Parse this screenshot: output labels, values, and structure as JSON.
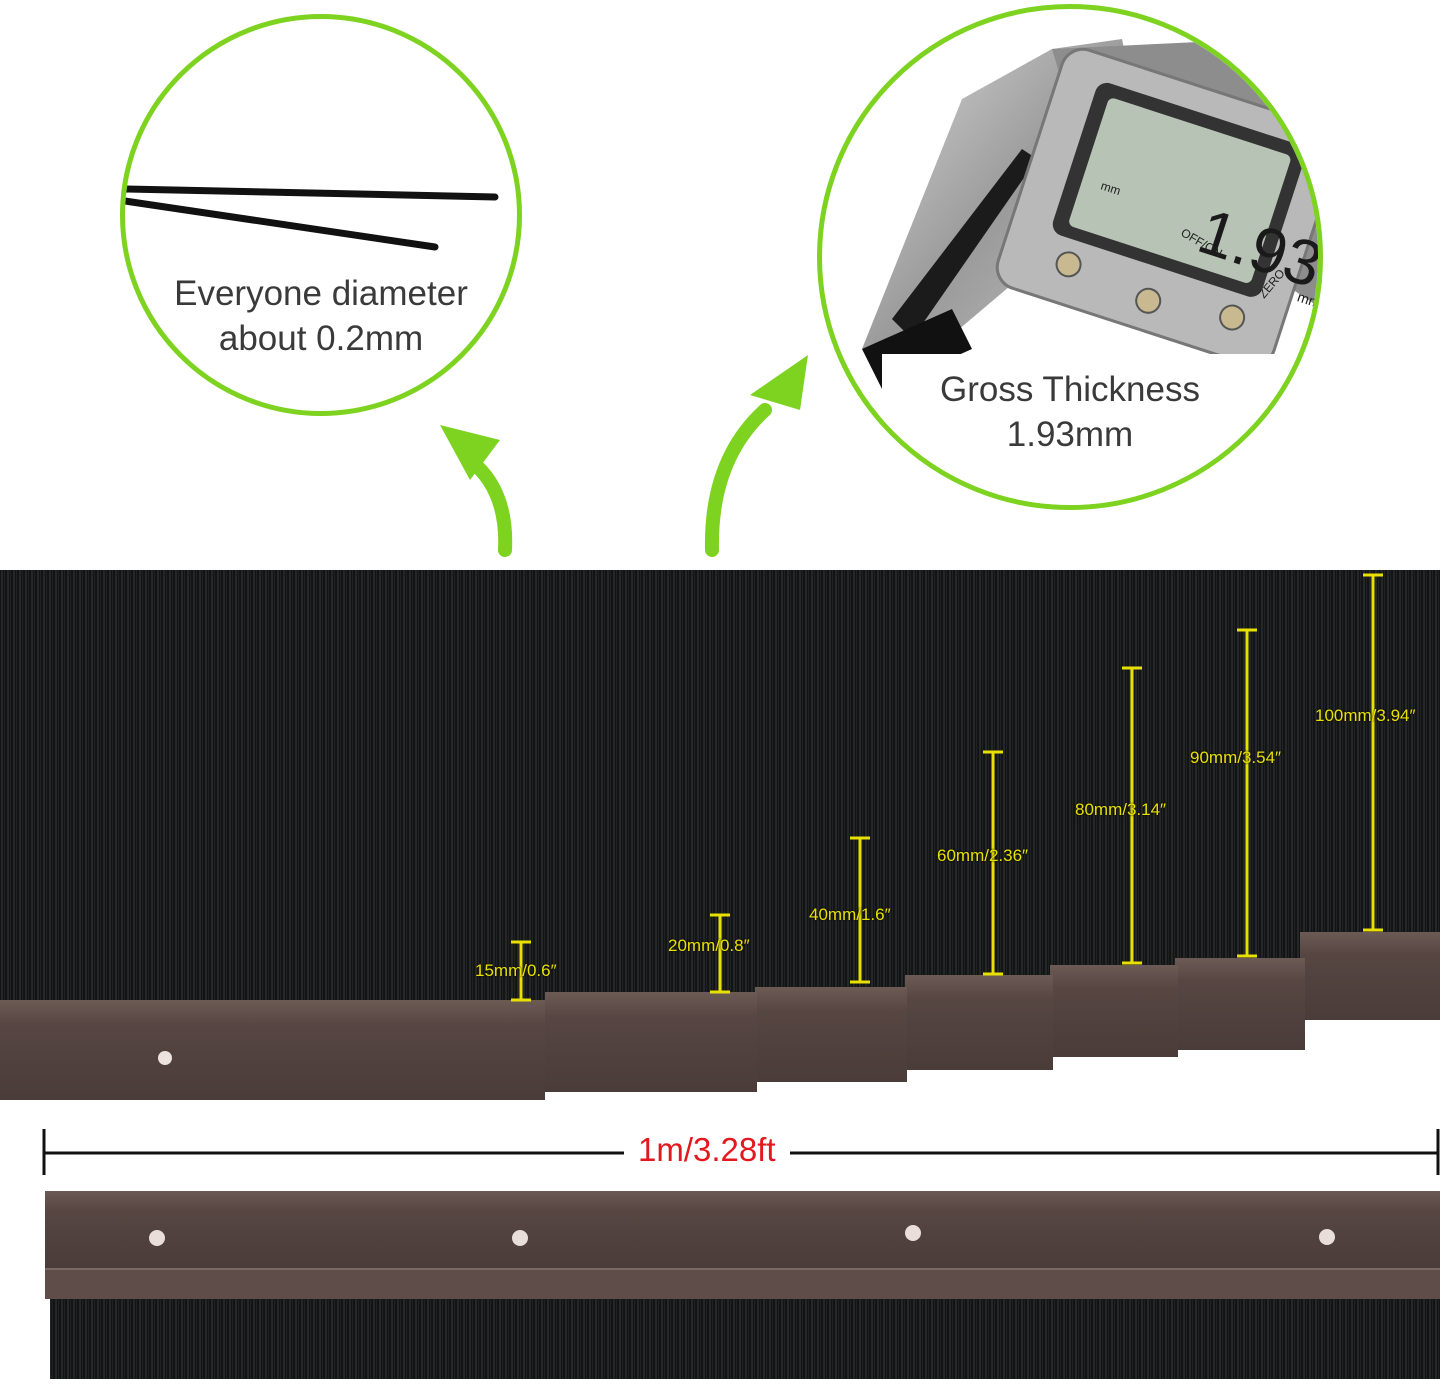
{
  "circle_left": {
    "line1": "Everyone diameter",
    "line2": "about 0.2mm"
  },
  "circle_right": {
    "line1": "Gross Thickness",
    "line2": "1.93mm",
    "caliper_reading": "1.93",
    "caliper_unit": "mm",
    "caliper_buttons": [
      "mm",
      "OFF/ON",
      "ZERO"
    ]
  },
  "dimensions": [
    {
      "label": "15mm/0.6″"
    },
    {
      "label": "20mm/0.8″"
    },
    {
      "label": "40mm/1.6″"
    },
    {
      "label": "60mm/2.36″"
    },
    {
      "label": "80mm/3.14″"
    },
    {
      "label": "90mm/3.54″"
    },
    {
      "label": "100mm/3.94″"
    }
  ],
  "length": {
    "label": "1m/3.28ft"
  },
  "colors": {
    "accent_green": "#7ed321",
    "dimension_yellow": "#e8e100",
    "length_red": "#e3181e",
    "rail_brown": "#5c4b47",
    "bristle_black": "#141414"
  }
}
